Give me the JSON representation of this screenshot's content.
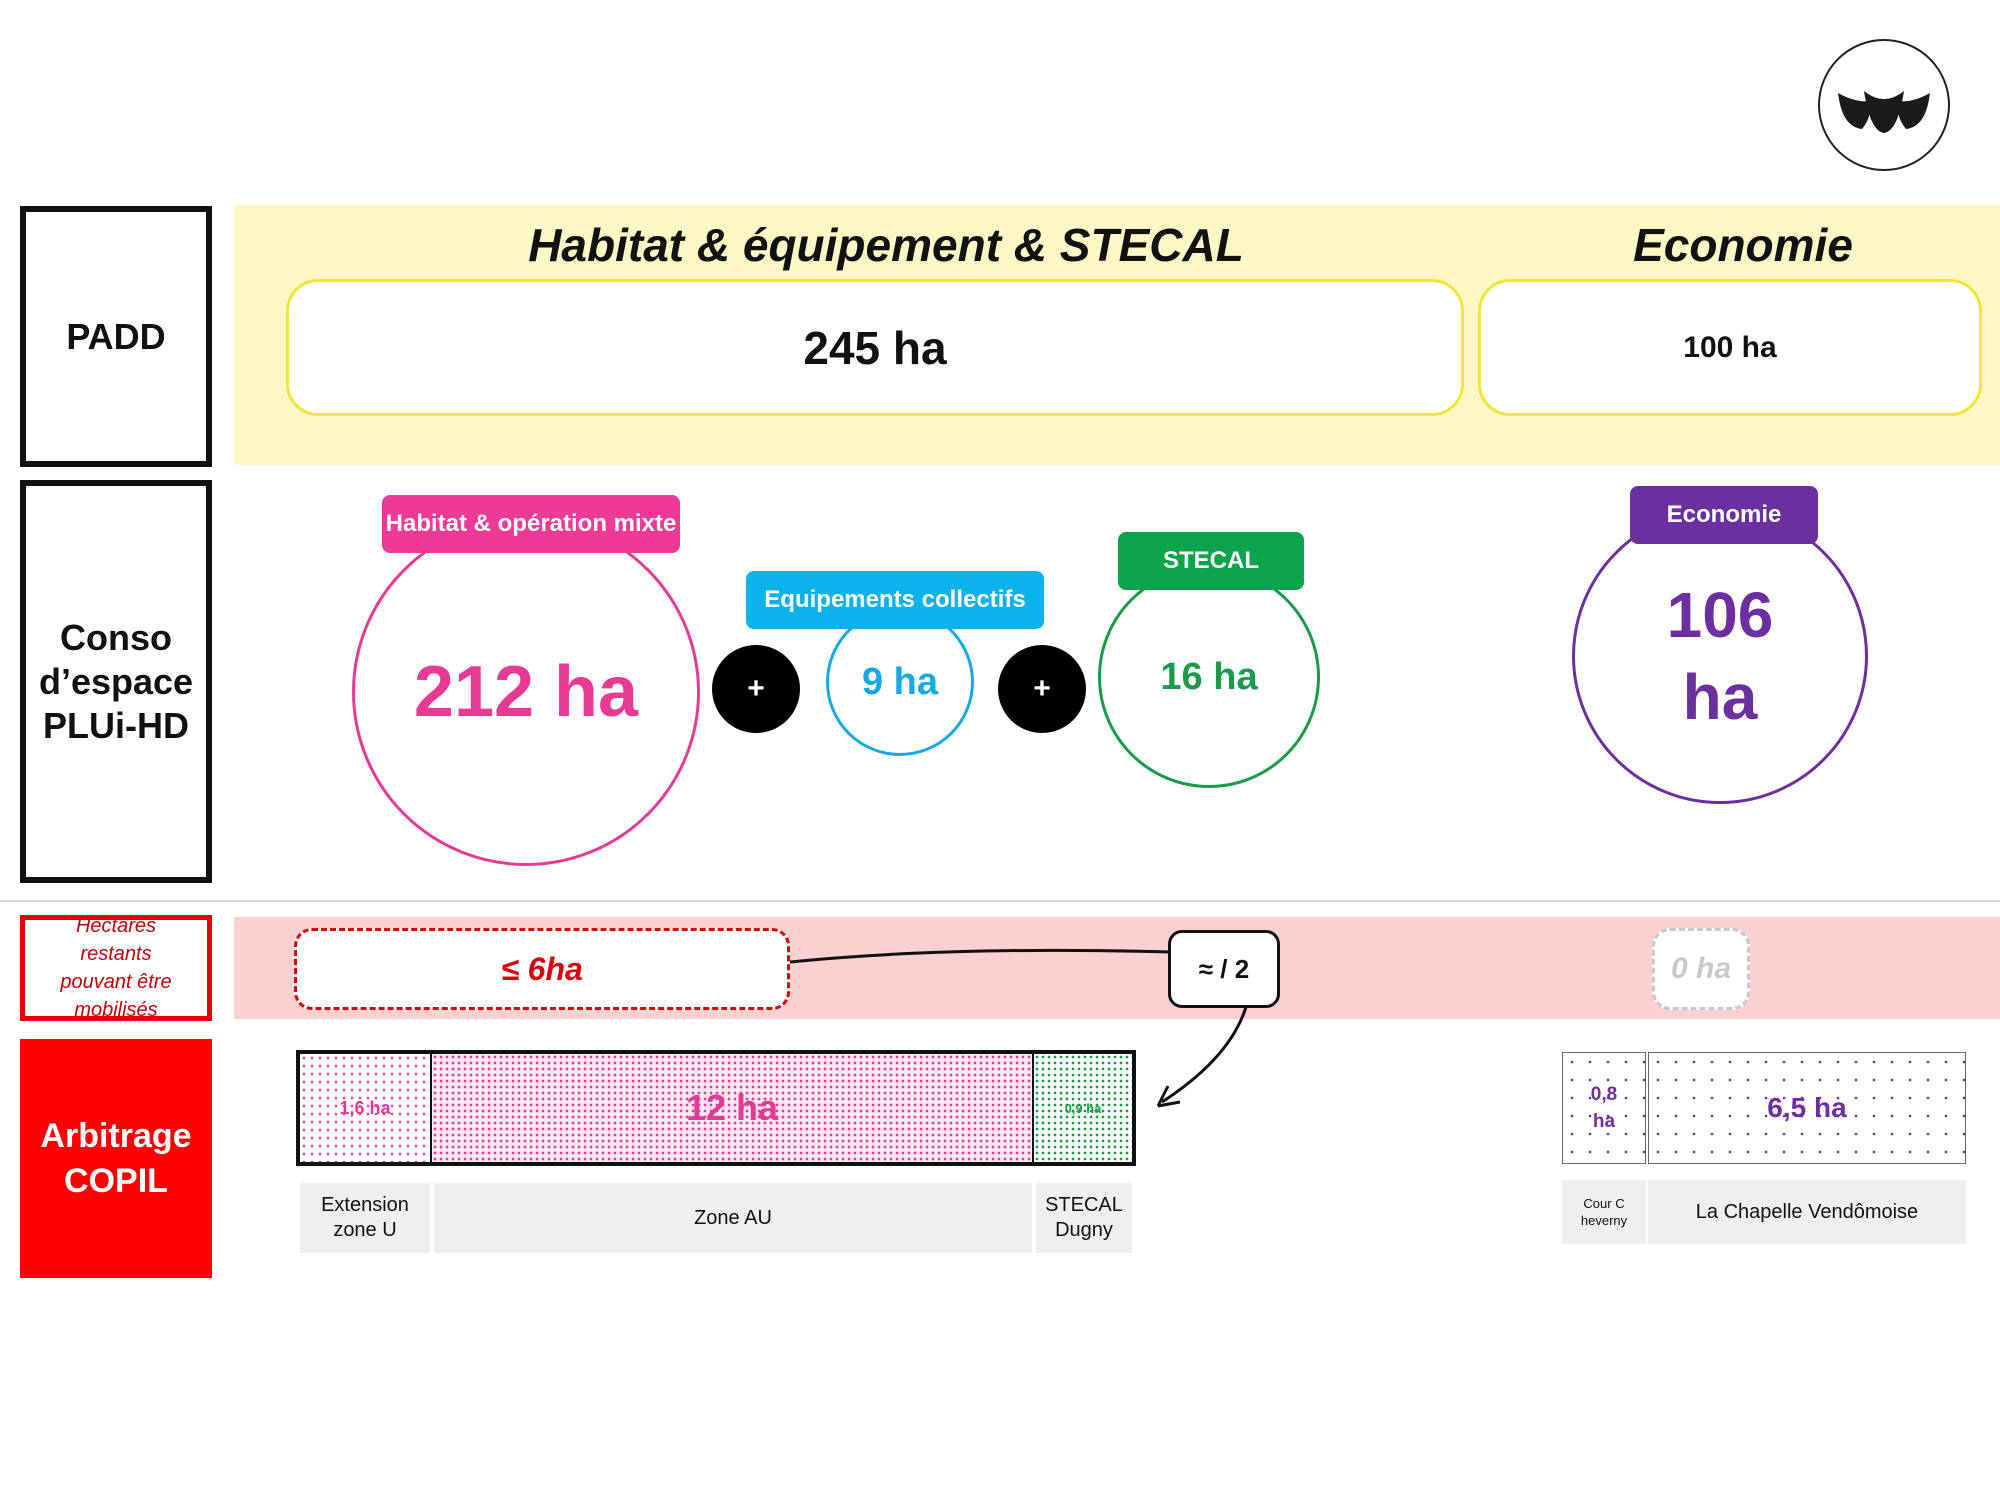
{
  "rows": {
    "padd": "PADD",
    "conso": "Conso d’espace PLUi-HD",
    "restants": "Hectares restants pouvant être mobilisés",
    "arbitrage": "Arbitrage COPIL"
  },
  "padd": {
    "habitat_title": "Habitat & équipement & STECAL",
    "habitat_value": "245 ha",
    "economie_title": "Economie",
    "economie_value": "100 ha"
  },
  "conso": {
    "habitat": {
      "label": "Habitat & opération mixte",
      "value": "212 ha",
      "color": "#e63a94"
    },
    "equipements": {
      "label": "Equipements collectifs",
      "value": "9 ha",
      "color": "#17a9e1"
    },
    "stecal": {
      "label": "STECAL",
      "value": "16 ha",
      "color": "#1a9b4b"
    },
    "economie": {
      "label": "Economie",
      "value_line1": "106",
      "value_line2": "ha",
      "color": "#6b2fa0"
    },
    "plus": "+"
  },
  "restants": {
    "habitat_value": "≤ 6ha",
    "ratio": "≈ / 2",
    "economie_value": "0 ha"
  },
  "arbitrage": {
    "habitat_segments": [
      {
        "value": "1,6 ha",
        "label": "Extension zone U"
      },
      {
        "value": "12 ha",
        "label": "Zone AU"
      },
      {
        "value": "0,9 ha",
        "label": "STECAL Dugny"
      }
    ],
    "eco_segments": [
      {
        "value": "0,8 ha",
        "label": "Cour Cheverny"
      },
      {
        "value": "6,5 ha",
        "label": "La Chapelle Vendômoise"
      }
    ]
  }
}
